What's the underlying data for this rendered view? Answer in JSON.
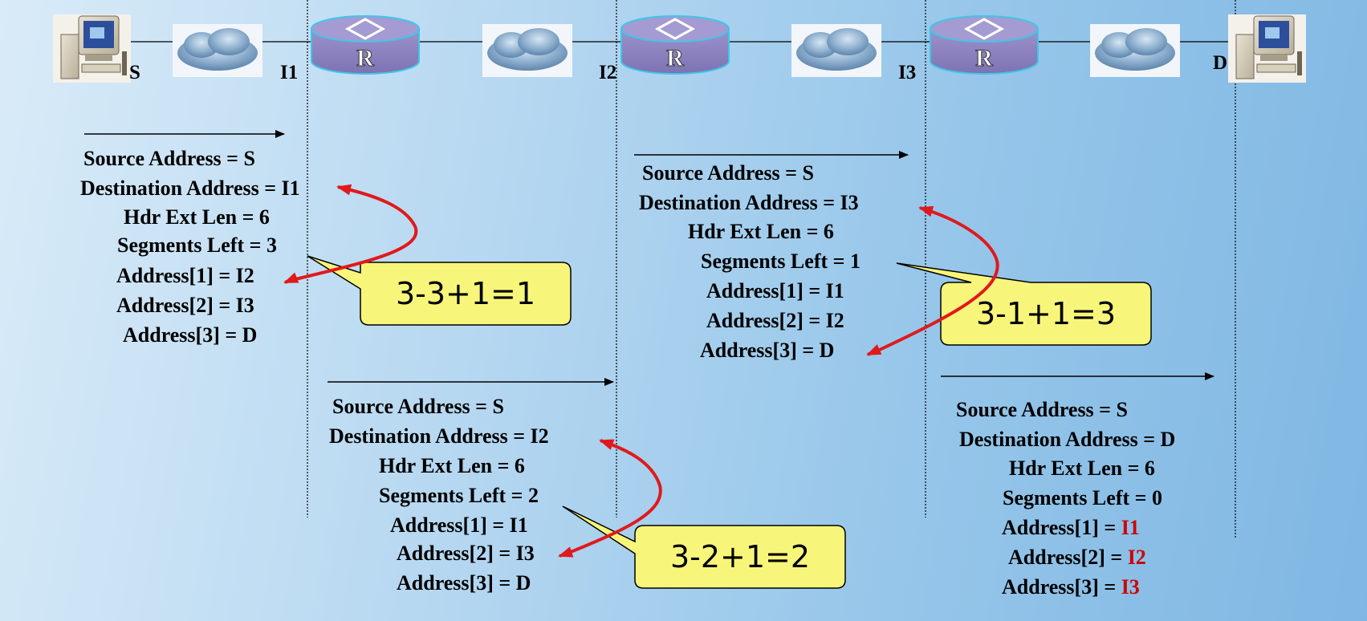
{
  "nodes": {
    "source": {
      "label": "S",
      "icon": "computer-icon"
    },
    "router1": {
      "label": "R",
      "icon": "router-icon"
    },
    "router2": {
      "label": "R",
      "icon": "router-icon"
    },
    "router3": {
      "label": "R",
      "icon": "router-icon"
    },
    "destination": {
      "label": "D",
      "icon": "computer-icon"
    },
    "clouds": [
      "cloud-icon",
      "cloud-icon",
      "cloud-icon",
      "cloud-icon"
    ],
    "interfaces": [
      "I1",
      "I2",
      "I3"
    ]
  },
  "packets": [
    {
      "lines": [
        "Source Address = S",
        "Destination Address = I1",
        "Hdr Ext Len = 6",
        "Segments Left = 3",
        "Address[1] = I2",
        "Address[2] = I3",
        "Address[3] = D"
      ],
      "callout": "3-3+1=1"
    },
    {
      "lines": [
        "Source Address = S",
        "Destination Address = I2",
        "Hdr Ext Len = 6",
        "Segments Left = 2",
        "Address[1] = I1",
        "Address[2] = I3",
        "Address[3] = D"
      ],
      "callout": "3-2+1=2"
    },
    {
      "lines": [
        "Source Address = S",
        "Destination Address = I3",
        "Hdr Ext Len = 6",
        "Segments Left = 1",
        "Address[1] = I1",
        "Address[2] = I2",
        "Address[3] = D"
      ],
      "callout": "3-1+1=3"
    },
    {
      "lines": [
        "Source Address = S",
        "Destination Address = D",
        "Hdr Ext Len = 6",
        "Segments Left = 0"
      ],
      "address_lines": [
        {
          "prefix": "Address[1] = ",
          "value": "I1"
        },
        {
          "prefix": "Address[2] = ",
          "value": "I2"
        },
        {
          "prefix": "Address[3] = ",
          "value": "I3"
        }
      ]
    }
  ],
  "colors": {
    "highlight": "#cc0000",
    "arrow": "#e0191c",
    "callout_fill": "#f8f67a",
    "router_top": "#9f96cf",
    "router_body": "#8b80bd",
    "router_rim": "#3fc6e6"
  }
}
